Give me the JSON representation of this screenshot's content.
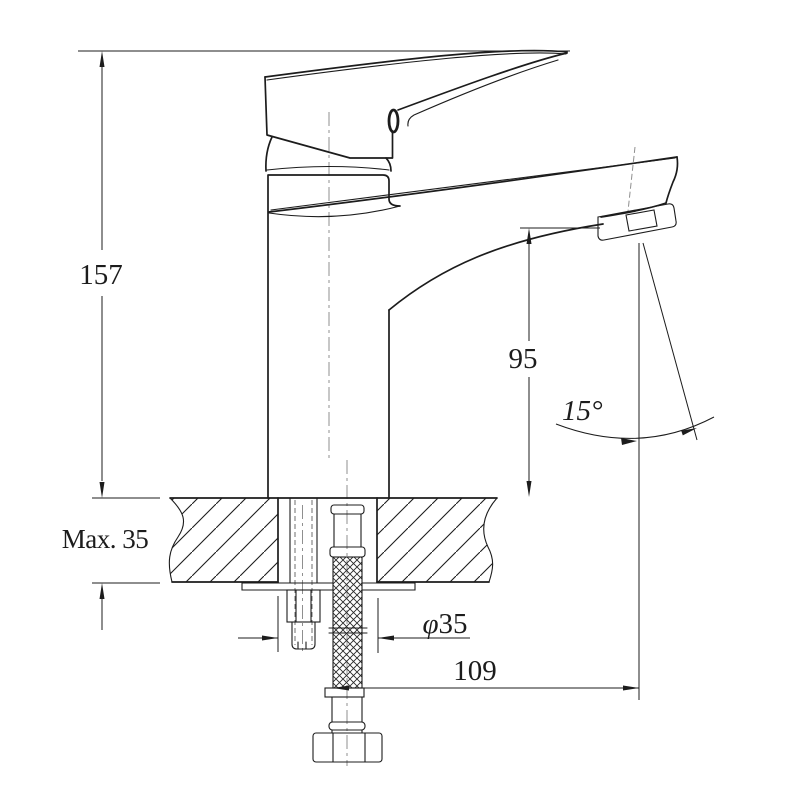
{
  "drawing": {
    "dimensions": {
      "total_height": "157",
      "outlet_height": "95",
      "outlet_angle": "15°",
      "max_mounting_thickness": "Max. 35",
      "hole_diameter_symbol": "φ",
      "hole_diameter_value": "35",
      "spout_reach": "109"
    },
    "colors": {
      "line": "#1c1c1c",
      "centerline": "#8f8f8f",
      "background": "#ffffff"
    }
  }
}
